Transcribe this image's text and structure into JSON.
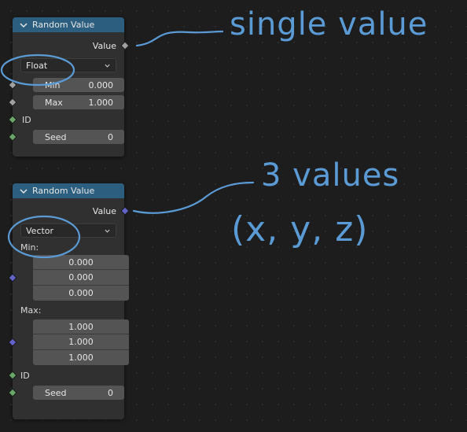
{
  "nodes": [
    {
      "title": "Random Value",
      "output_label": "Value",
      "data_type": "Float",
      "min_label": "Min",
      "min_value": "0.000",
      "max_label": "Max",
      "max_value": "1.000",
      "id_label": "ID",
      "seed_label": "Seed",
      "seed_value": "0"
    },
    {
      "title": "Random Value",
      "output_label": "Value",
      "data_type": "Vector",
      "min_label": "Min:",
      "min_values": [
        "0.000",
        "0.000",
        "0.000"
      ],
      "max_label": "Max:",
      "max_values": [
        "1.000",
        "1.000",
        "1.000"
      ],
      "id_label": "ID",
      "seed_label": "Seed",
      "seed_value": "0"
    }
  ],
  "annotations": {
    "single": "single value",
    "three": "3 values",
    "xyz": "(x, y, z)"
  },
  "colors": {
    "header": "#2c5f7f",
    "annotation": "#5b9bd5",
    "float_socket": "#a1a1a1",
    "int_socket": "#6aa56a",
    "vector_socket": "#6363c7"
  }
}
